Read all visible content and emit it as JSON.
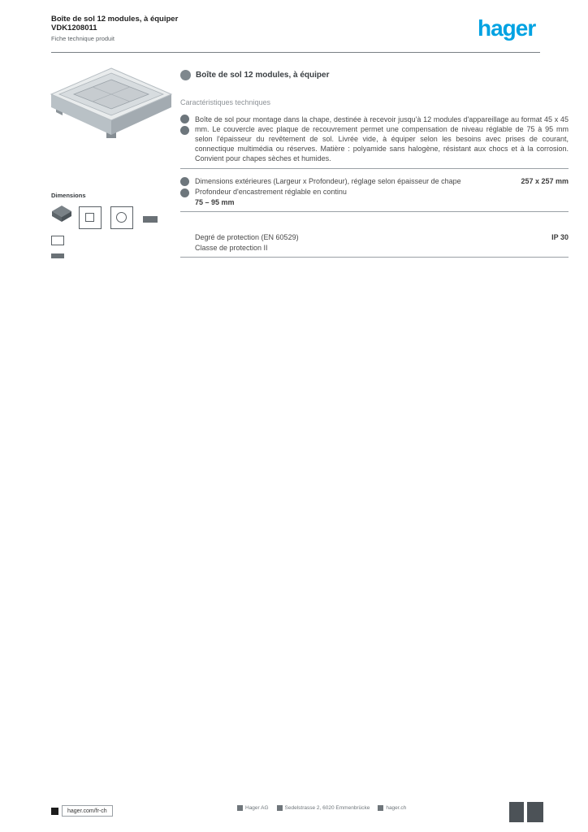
{
  "header": {
    "title_line1": "Boîte de sol 12 modules, à équiper",
    "title_line2": "VDK1208011",
    "meta": "Fiche technique produit",
    "logo": "hager"
  },
  "product": {
    "heading": "Boîte de sol 12 modules, à équiper",
    "subheading": "Caractéristiques techniques",
    "description": "Boîte de sol pour montage dans la chape, destinée à recevoir jusqu'à 12 modules d'appareillage au format 45 x 45 mm. Le couvercle avec plaque de recouvrement permet une compensation de niveau réglable de 75 à 95 mm selon l'épaisseur du revêtement de sol. Livrée vide, à équiper selon les besoins avec prises de courant, connectique multimédia ou réserves. Matière : polyamide sans halogène, résistant aux chocs et à la corrosion. Convient pour chapes sèches et humides."
  },
  "specs": [
    {
      "label": "Dimensions extérieures (Largeur x Profondeur), réglage selon épaisseur de chape",
      "value": "257 x 257 mm",
      "note": "Profondeur d'encastrement réglable en continu",
      "note2": "75 – 95 mm"
    },
    {
      "label": "Degré de protection (EN 60529)",
      "value": "IP 30",
      "note": "Classe de protection II"
    }
  ],
  "dimensions": {
    "label": "Dimensions"
  },
  "footer": {
    "url": "hager.com/fr-ch",
    "contact": [
      {
        "label": "Hager AG"
      },
      {
        "label": "Sedelstrasse 2, 6020 Emmenbrücke"
      },
      {
        "label": "hager.ch"
      }
    ],
    "accent_color": "#00a2e2"
  }
}
